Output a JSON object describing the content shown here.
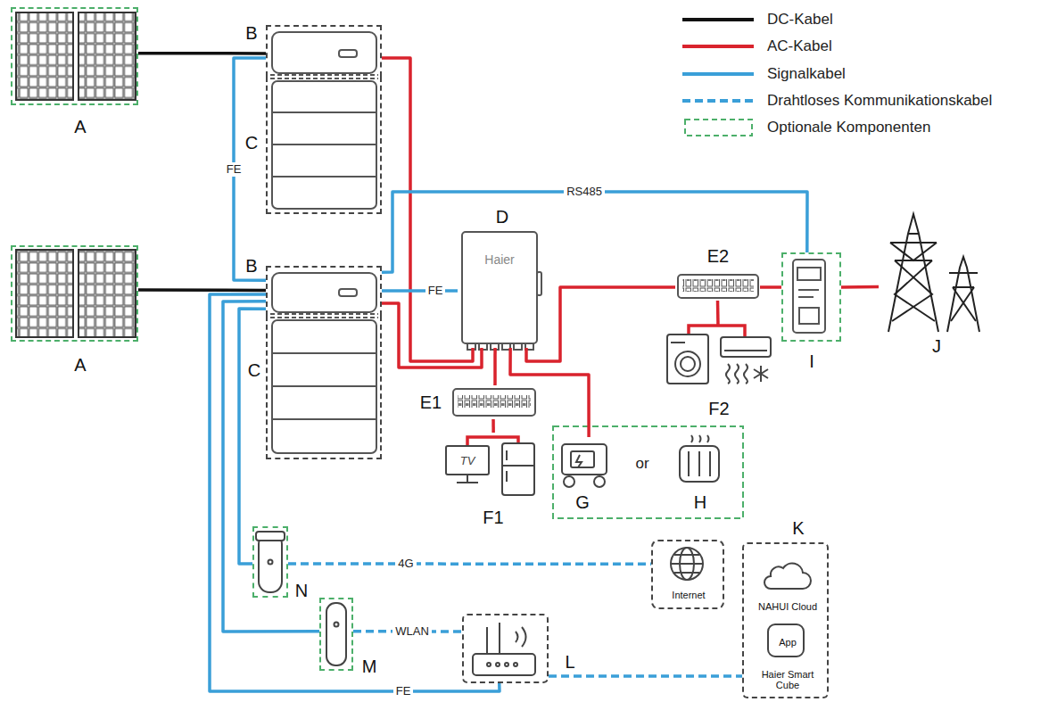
{
  "diagram": {
    "nodes": [
      {
        "text": [
          "A"
        ]
      },
      {
        "text": [
          "B"
        ]
      },
      {
        "text": [
          "C"
        ]
      },
      {
        "text": [
          "D",
          "Haier"
        ]
      },
      {
        "text": [
          "E2"
        ]
      },
      {
        "text": [
          "I"
        ]
      },
      {
        "text": [
          "J"
        ]
      },
      {
        "text": [
          "A"
        ]
      },
      {
        "text": [
          "B"
        ]
      },
      {
        "text": [
          "C"
        ]
      },
      {
        "text": [
          "E1"
        ]
      },
      {
        "text": [
          "F2"
        ]
      },
      {
        "text": [
          "F1"
        ]
      },
      {
        "text": [
          "G"
        ]
      },
      {
        "text": [
          "H"
        ]
      },
      {
        "text": [
          "N"
        ]
      },
      {
        "text": [
          "Internet"
        ]
      },
      {
        "text": [
          "K"
        ]
      },
      {
        "text": [
          "NAHUI Cloud"
        ],
        "in": 17
      },
      {
        "text": [
          "App",
          "Haier Smart Cube"
        ],
        "in": 17
      },
      {
        "text": [
          "M"
        ]
      },
      {
        "text": [
          "L"
        ]
      }
    ],
    "edges": [
      {
        "from": 0,
        "to": 1,
        "arrow": "none"
      },
      {
        "from": 1,
        "to": 8,
        "label": "FE",
        "arrow": "none"
      },
      {
        "from": 7,
        "to": 8,
        "arrow": "none"
      },
      {
        "from": 1,
        "to": 3,
        "arrow": "none"
      },
      {
        "from": 8,
        "to": 3,
        "arrow": "none"
      },
      {
        "from": 8,
        "to": 3,
        "label": "FE",
        "arrow": "none"
      },
      {
        "from": 8,
        "to": 5,
        "label": "RS485",
        "arrow": "none"
      },
      {
        "from": 3,
        "to": 4,
        "arrow": "none"
      },
      {
        "from": 4,
        "to": 5,
        "arrow": "none"
      },
      {
        "from": 5,
        "to": 6,
        "arrow": "none"
      },
      {
        "from": 4,
        "to": 11,
        "arrow": "none"
      },
      {
        "from": 3,
        "to": 10,
        "arrow": "none"
      },
      {
        "from": 10,
        "to": 12,
        "arrow": "none"
      },
      {
        "from": 3,
        "to": 13,
        "arrow": "none"
      },
      {
        "from": 8,
        "to": 15,
        "arrow": "none"
      },
      {
        "from": 15,
        "to": 16,
        "label": "4G",
        "arrow": "none"
      },
      {
        "from": 8,
        "to": 20,
        "arrow": "none"
      },
      {
        "from": 20,
        "to": 21,
        "label": "WLAN",
        "arrow": "none"
      },
      {
        "from": 8,
        "to": 21,
        "label": "FE",
        "arrow": "none"
      },
      {
        "from": 21,
        "to": 17,
        "arrow": "none"
      }
    ],
    "labels": [
      "TV",
      "or"
    ],
    "legend": [
      {
        "text": "DC-Kabel"
      },
      {
        "text": "AC-Kabel"
      },
      {
        "text": "Signalkabel"
      },
      {
        "text": "Drahtloses Kommunikationskabel"
      },
      {
        "text": "Optionale Komponenten"
      }
    ]
  }
}
